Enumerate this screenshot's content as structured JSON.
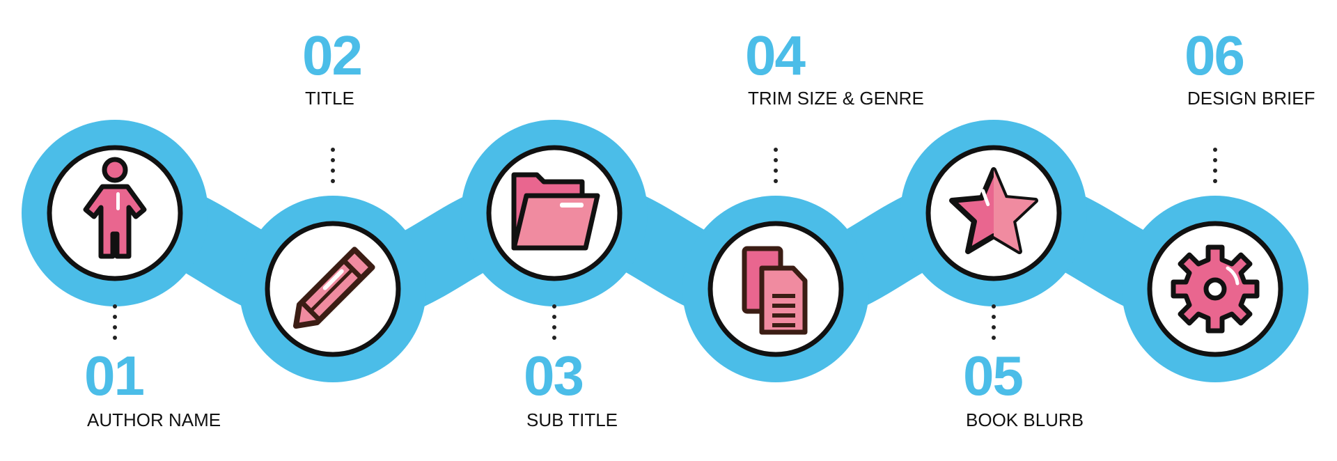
{
  "colors": {
    "accent": "#4bbde8",
    "icon_pink": "#e9668f",
    "icon_light": "#f08ba0",
    "outline": "#111111"
  },
  "steps": [
    {
      "number": "01",
      "label": "AUTHOR NAME",
      "icon": "person-icon",
      "position": "top"
    },
    {
      "number": "02",
      "label": "TITLE",
      "icon": "pencil-icon",
      "position": "bottom"
    },
    {
      "number": "03",
      "label": "SUB TITLE",
      "icon": "folder-icon",
      "position": "top"
    },
    {
      "number": "04",
      "label": "TRIM SIZE & GENRE",
      "icon": "documents-icon",
      "position": "bottom"
    },
    {
      "number": "05",
      "label": "BOOK BLURB",
      "icon": "star-icon",
      "position": "top"
    },
    {
      "number": "06",
      "label": "DESIGN BRIEF",
      "icon": "gear-icon",
      "position": "bottom"
    }
  ]
}
